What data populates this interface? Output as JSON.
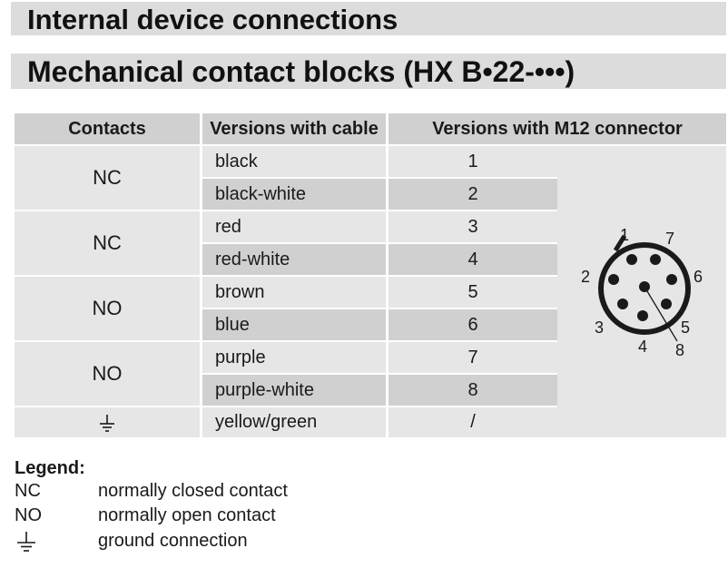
{
  "titles": {
    "main": "Internal device connections",
    "sub": "Mechanical contact blocks (HX B•22-•••)"
  },
  "table": {
    "headers": [
      "Contacts",
      "Versions with cable",
      "Versions with M12 connector"
    ],
    "groups": [
      "NC",
      "NC",
      "NO",
      "NO"
    ],
    "ground_symbol": "ground-icon",
    "rows": [
      {
        "cable": "black",
        "pin": "1"
      },
      {
        "cable": "black-white",
        "pin": "2"
      },
      {
        "cable": "red",
        "pin": "3"
      },
      {
        "cable": "red-white",
        "pin": "4"
      },
      {
        "cable": "brown",
        "pin": "5"
      },
      {
        "cable": "blue",
        "pin": "6"
      },
      {
        "cable": "purple",
        "pin": "7"
      },
      {
        "cable": "purple-white",
        "pin": "8"
      },
      {
        "cable": "yellow/green",
        "pin": "/"
      }
    ]
  },
  "connector": {
    "pin_labels": [
      "1",
      "2",
      "3",
      "4",
      "5",
      "6",
      "7",
      "8"
    ]
  },
  "legend": {
    "title": "Legend:",
    "items": [
      {
        "code": "NC",
        "description": "normally closed contact"
      },
      {
        "code": "NO",
        "description": "normally open contact"
      },
      {
        "code": "ground-icon",
        "description": "ground connection"
      }
    ]
  },
  "colors": {
    "header_bg": "#d0d0d0",
    "row_light": "#e6e6e6",
    "row_dark": "#d0d0d0",
    "banner_bg": "#dcdcdc"
  }
}
